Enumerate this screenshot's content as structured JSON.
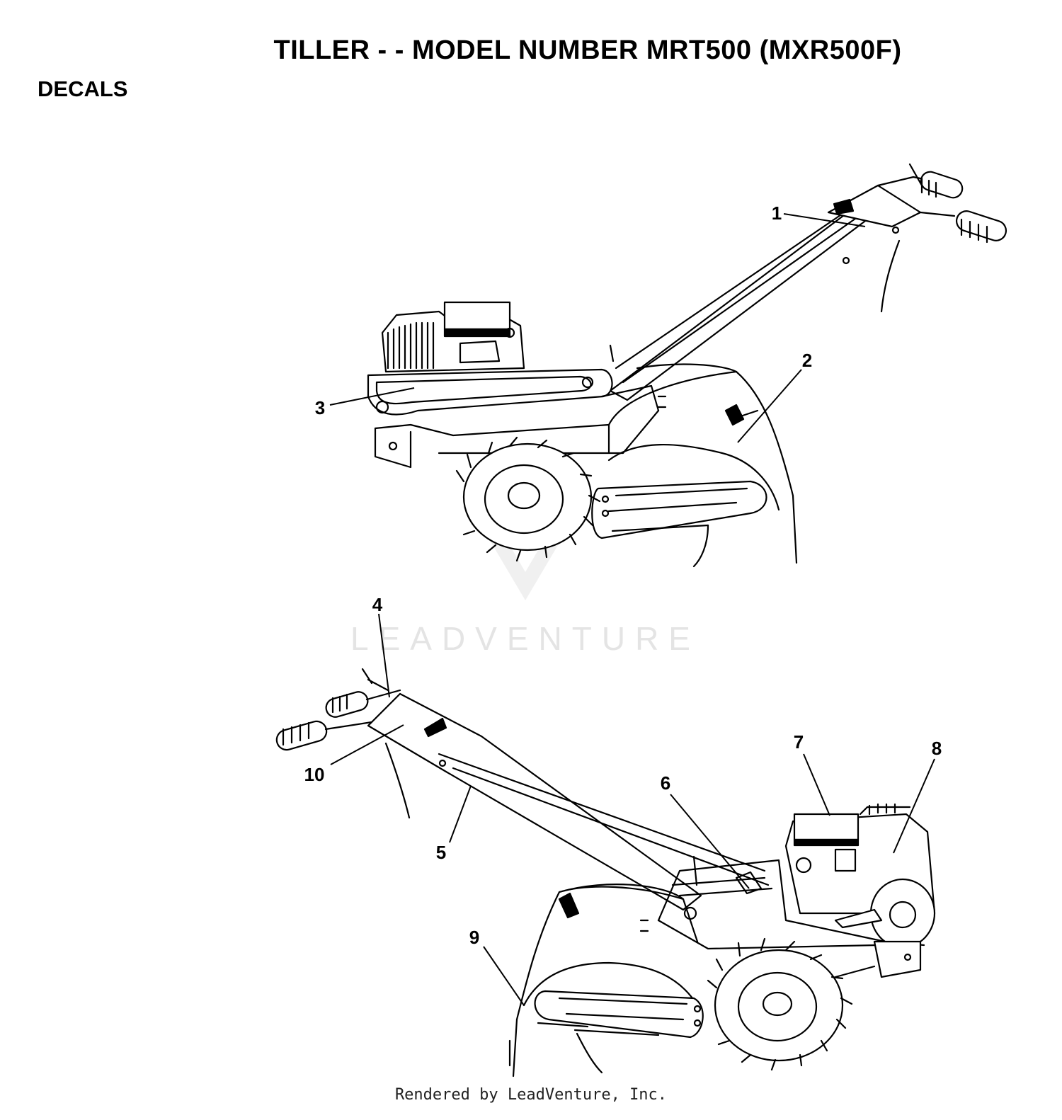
{
  "title": "TILLER - - MODEL NUMBER MRT500 (MXR500F)",
  "section": "DECALS",
  "watermark": "LEADVENTURE",
  "footer": "Rendered by LeadVenture, Inc.",
  "callouts": [
    "1",
    "2",
    "3",
    "4",
    "5",
    "6",
    "7",
    "8",
    "9",
    "10"
  ]
}
